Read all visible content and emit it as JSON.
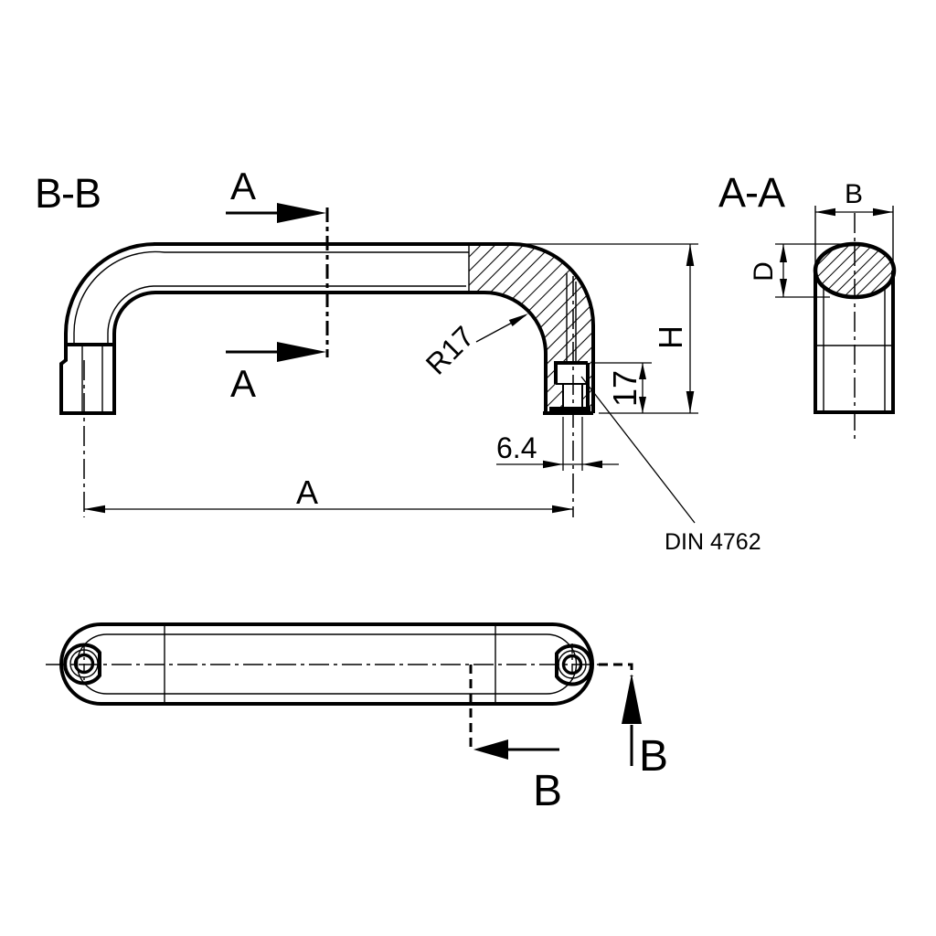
{
  "page": {
    "background": "#ffffff",
    "line_color": "#000000"
  },
  "views": {
    "section_bb": {
      "label": "B-B"
    },
    "section_aa": {
      "label": "A-A"
    }
  },
  "section_arrows": {
    "a_top": "A",
    "a_bottom": "A",
    "b_horizontal": "B",
    "b_vertical": "B"
  },
  "dimensions": {
    "overall_length": "A",
    "overall_height": "H",
    "base_height": "17",
    "hole_width": "6.4",
    "inner_radius": "R17",
    "profile_width": "B",
    "profile_depth": "D"
  },
  "annotations": {
    "screw_note": "DIN 4762"
  }
}
